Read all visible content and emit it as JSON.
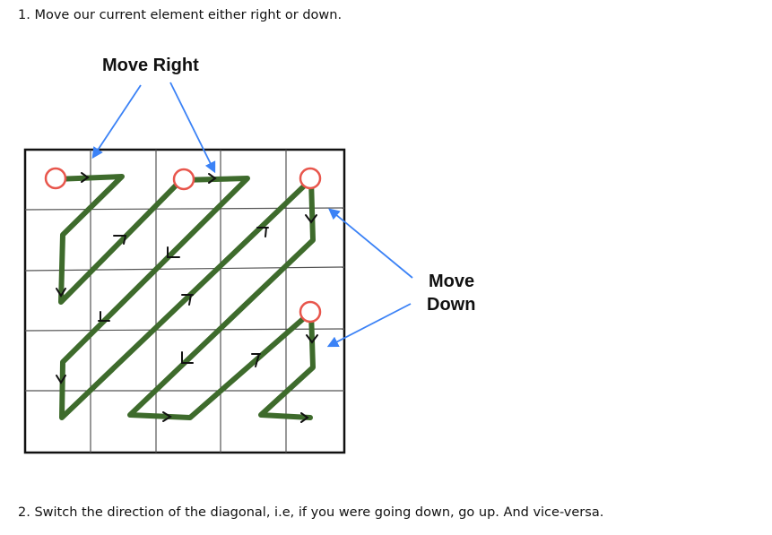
{
  "steps": {
    "step1": "1. Move our current element either right or down.",
    "step2": "2. Switch the direction of the diagonal, i.e, if you were going down, go up. And vice-versa."
  },
  "diagram": {
    "label_move_right": "Move Right",
    "label_move_down_line1": "Move",
    "label_move_down_line2": "Down",
    "colors": {
      "path": "#3e6b2c",
      "arrow": "#3b82f6",
      "circle_stroke": "#e8564c",
      "grid": "#555555",
      "border": "#111111"
    }
  }
}
